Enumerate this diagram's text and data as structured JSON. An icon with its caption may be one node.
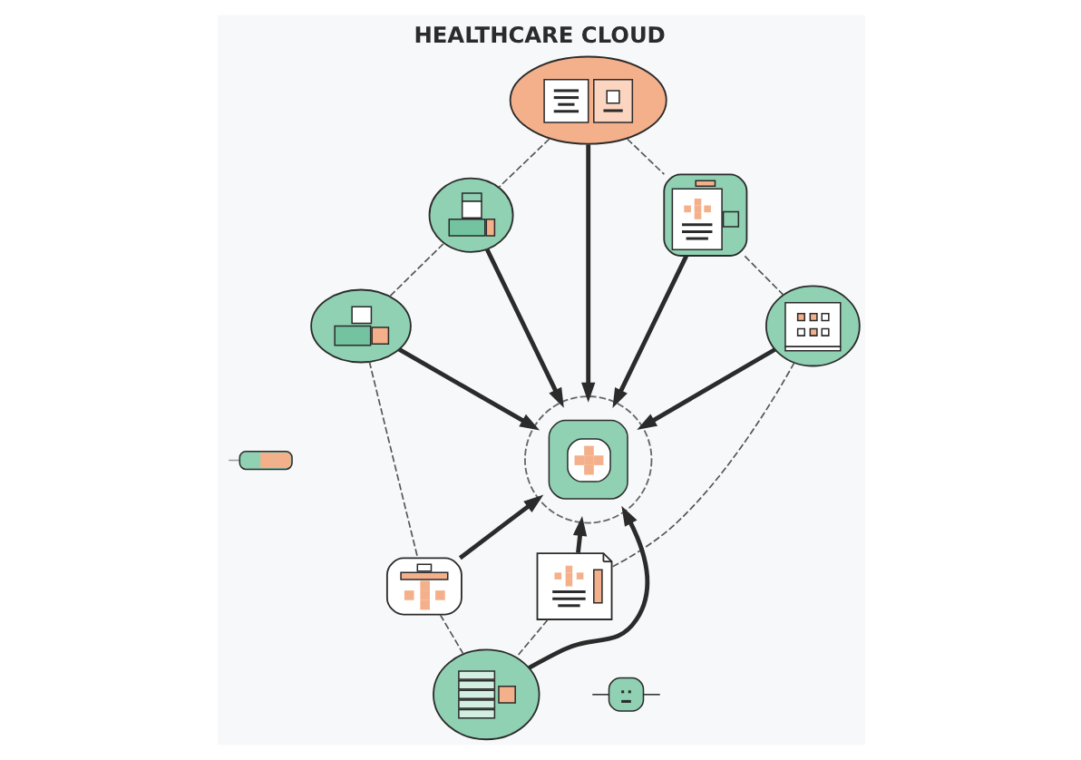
{
  "diagram": {
    "title": "HEALTHCARE CLOUD",
    "nodes": [
      {
        "text": [],
        "shape": "picture"
      },
      {
        "text": [],
        "shape": "picture"
      },
      {
        "text": [],
        "shape": "picture"
      },
      {
        "text": [],
        "shape": "picture"
      },
      {
        "text": [],
        "shape": "picture"
      },
      {
        "text": [],
        "shape": "picture"
      },
      {
        "text": [],
        "shape": "picture"
      },
      {
        "text": [],
        "shape": "picture"
      },
      {
        "text": [],
        "shape": "picture"
      },
      {
        "text": [],
        "shape": "picture"
      },
      {
        "text": [],
        "shape": "picture"
      }
    ],
    "edges": [
      {
        "from": 0,
        "to": 1,
        "arrow": "none",
        "style": "dashed"
      },
      {
        "from": 0,
        "to": 2,
        "arrow": "none",
        "style": "dashed"
      },
      {
        "from": 1,
        "to": 3,
        "arrow": "none",
        "style": "dashed"
      },
      {
        "from": 2,
        "to": 5,
        "arrow": "none",
        "style": "dashed"
      },
      {
        "from": 3,
        "to": 8,
        "arrow": "none",
        "style": "dashed"
      },
      {
        "from": 5,
        "to": 9,
        "arrow": "none",
        "style": "dashed"
      },
      {
        "from": 8,
        "to": 10,
        "arrow": "none",
        "style": "dashed"
      },
      {
        "from": 9,
        "to": 10,
        "arrow": "none",
        "style": "dashed"
      },
      {
        "from": 0,
        "to": 4,
        "arrow": "to",
        "style": "thick"
      },
      {
        "from": 1,
        "to": 4,
        "arrow": "to",
        "style": "thick"
      },
      {
        "from": 2,
        "to": 4,
        "arrow": "to",
        "style": "thick"
      },
      {
        "from": 3,
        "to": 4,
        "arrow": "to",
        "style": "thick"
      },
      {
        "from": 5,
        "to": 4,
        "arrow": "to",
        "style": "thick"
      },
      {
        "from": 8,
        "to": 4,
        "arrow": "to",
        "style": "thick"
      },
      {
        "from": 9,
        "to": 4,
        "arrow": "to",
        "style": "thick"
      },
      {
        "from": 10,
        "to": 4,
        "arrow": "to",
        "style": "thick"
      }
    ]
  }
}
